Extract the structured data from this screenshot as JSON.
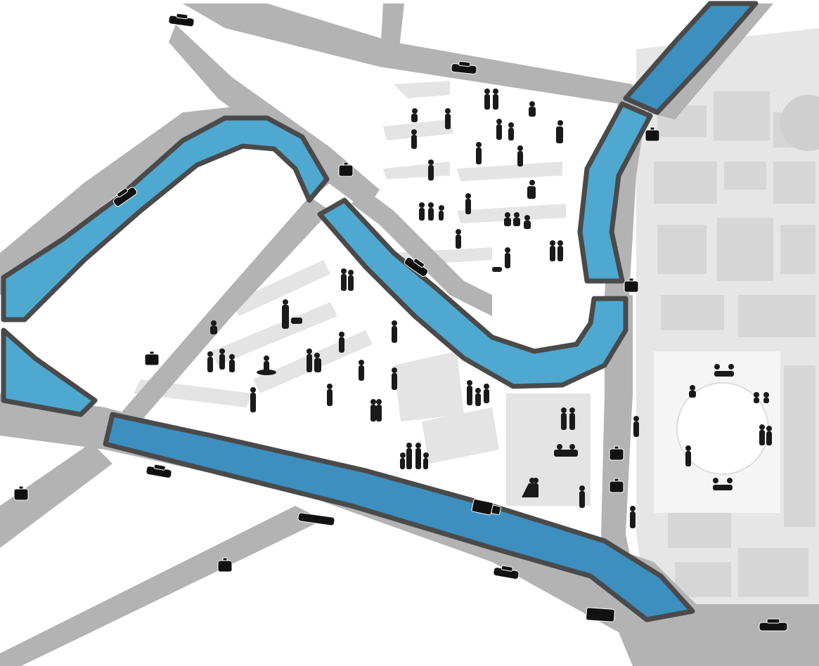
{
  "map": {
    "colors": {
      "background": "#ffffff",
      "road": "#b3b3b3",
      "building": "#dcdcdc",
      "plaza": "#ececec",
      "canal_fill": "#4fa8d0",
      "canal_fill_alt": "#3d8fbf",
      "canal_border": "#4a4a4a",
      "silhouette": "#1a1a1a"
    },
    "icons": {
      "vehicle": "car-icon",
      "taxi": "taxi-icon",
      "limousine": "limousine-icon",
      "truck": "truck-icon",
      "bus": "bus-icon",
      "pedestrian": "person-silhouette-icon",
      "dog": "dog-silhouette-icon",
      "cafe_table": "cafe-table-icon",
      "cyclist": "cyclist-icon",
      "photographer": "photographer-icon"
    },
    "canals": [
      {
        "id": "canal-north-west-arc"
      },
      {
        "id": "canal-center-loop"
      },
      {
        "id": "canal-north-east-upper"
      },
      {
        "id": "canal-north-east-lower"
      },
      {
        "id": "canal-west-edge"
      },
      {
        "id": "canal-south-long"
      }
    ],
    "vehicle_count": 22,
    "pedestrian_count": 70
  }
}
